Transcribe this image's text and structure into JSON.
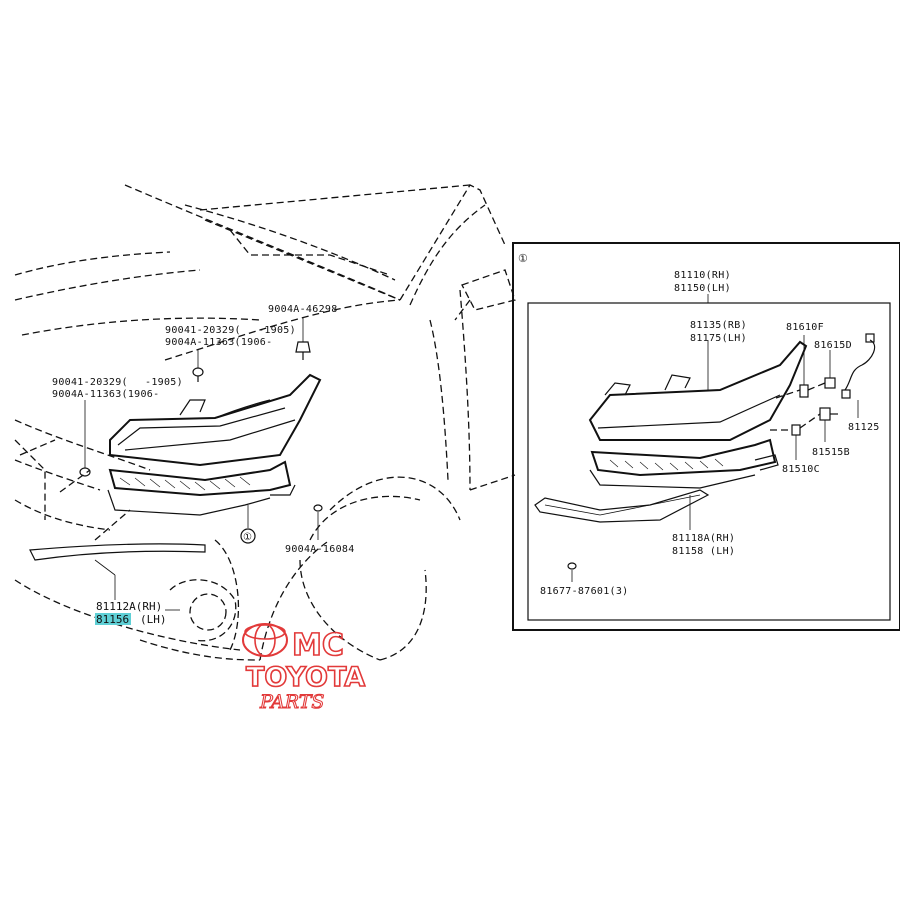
{
  "callout_marker": "①",
  "main": {
    "bolt_top": "9004A-46298",
    "bolt_mid_1": "90041-20329(",
    "bolt_mid_1_range": "-1905)",
    "bolt_mid_2": "9004A-11363(1906-",
    "bolt_left_1": "90041-20329(",
    "bolt_left_1_range": "-1905)",
    "bolt_left_2": "9004A-11363(1906-",
    "clip_lower": "9004A-16084",
    "trim_rh": "81112A(RH)",
    "trim_lh_part": "81156",
    "trim_lh_side": "(LH)",
    "assembly_callout": "①"
  },
  "inset": {
    "marker": "①",
    "assy_rh": "81110(RH)",
    "assy_lh": "81150(LH)",
    "unit_rh": "81135(RB)",
    "unit_lh": "81175(LH)",
    "bulb_f": "81610F",
    "socket_d": "81615D",
    "wire": "81125",
    "socket_b": "81515B",
    "bulb_c": "81510C",
    "bracket_rh": "81118A(RH)",
    "bracket_lh": "81158  (LH)",
    "clip": "81677-87601(3)"
  },
  "watermark": {
    "brand_suffix": "MC",
    "brand": "TOYOTA",
    "tagline": "PARTS",
    "color": "#e23a3a"
  },
  "highlight_color": "#5fd0d6"
}
